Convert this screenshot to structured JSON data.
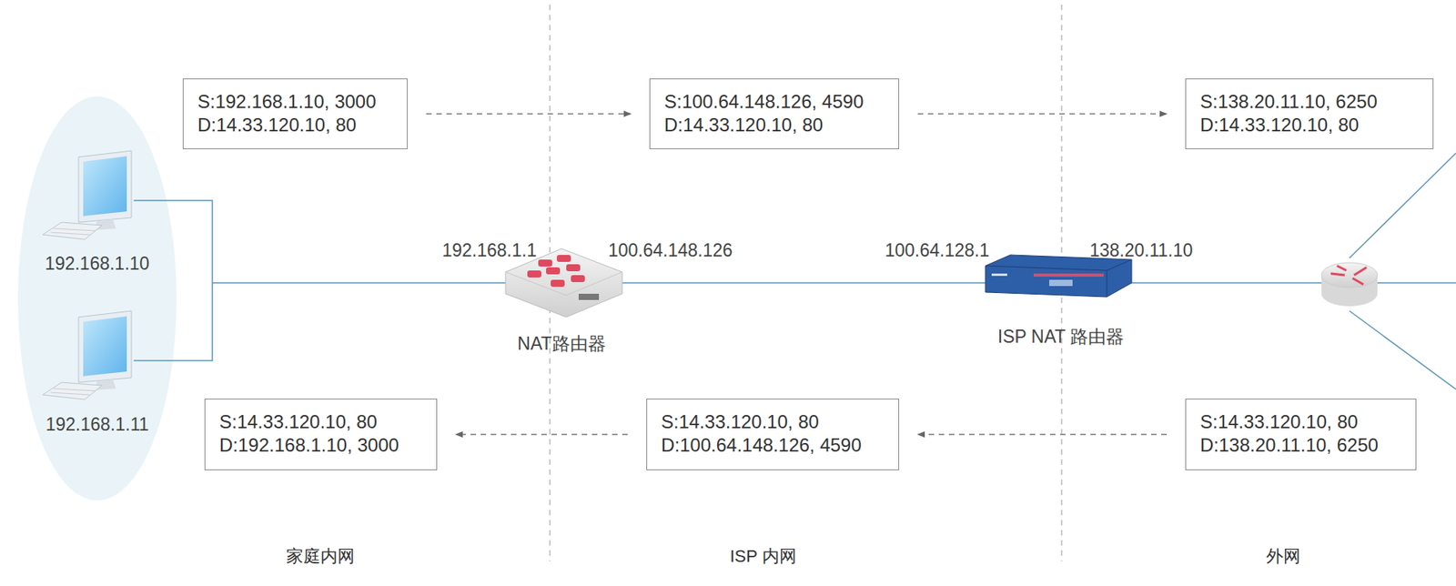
{
  "diagram": {
    "nodes": [
      {
        "text": [
          "S:192.168.1.10, 3000",
          "D:14.33.120.10, 80"
        ]
      },
      {
        "text": [
          "S:100.64.148.126, 4590",
          "D:14.33.120.10, 80"
        ]
      },
      {
        "text": [
          "S:138.20.11.10, 6250",
          "D:14.33.120.10, 80"
        ]
      },
      {
        "text": [
          "S:14.33.120.10, 80",
          "D:192.168.1.10, 3000"
        ]
      },
      {
        "text": [
          "S:14.33.120.10, 80",
          "D:100.64.148.126, 4590"
        ]
      },
      {
        "text": [
          "S:14.33.120.10, 80",
          "D:138.20.11.10, 6250"
        ]
      }
    ],
    "edges": [
      {
        "from": 0,
        "to": 1,
        "arrow": "to"
      },
      {
        "from": 1,
        "to": 2,
        "arrow": "to"
      },
      {
        "from": 5,
        "to": 4,
        "arrow": "to"
      },
      {
        "from": 4,
        "to": 3,
        "arrow": "to"
      }
    ],
    "labels": [
      "192.168.1.10",
      "192.168.1.11",
      "192.168.1.1",
      "100.64.148.126",
      "NAT路由器",
      "100.64.128.1",
      "138.20.11.10",
      "ISP NAT 路由器",
      "家庭内网",
      "ISP 内网",
      "外网"
    ]
  }
}
